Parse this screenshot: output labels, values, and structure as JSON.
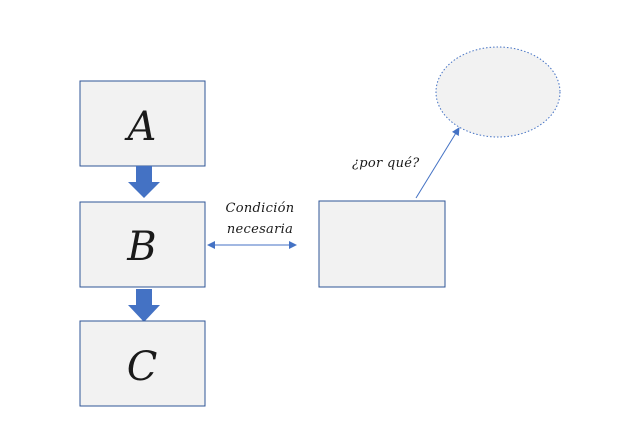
{
  "boxes": {
    "a": {
      "label": "A"
    },
    "b": {
      "label": "B"
    },
    "c": {
      "label": "C"
    }
  },
  "connector": {
    "line1": "Condición",
    "line2": "necesaria"
  },
  "question": "¿por qué?",
  "colors": {
    "box_fill": "#f2f2f2",
    "box_stroke": "#2f5597",
    "arrow_fill": "#4472c4",
    "connector_line": "#4472c4",
    "bubble_stroke": "#4472c4"
  }
}
